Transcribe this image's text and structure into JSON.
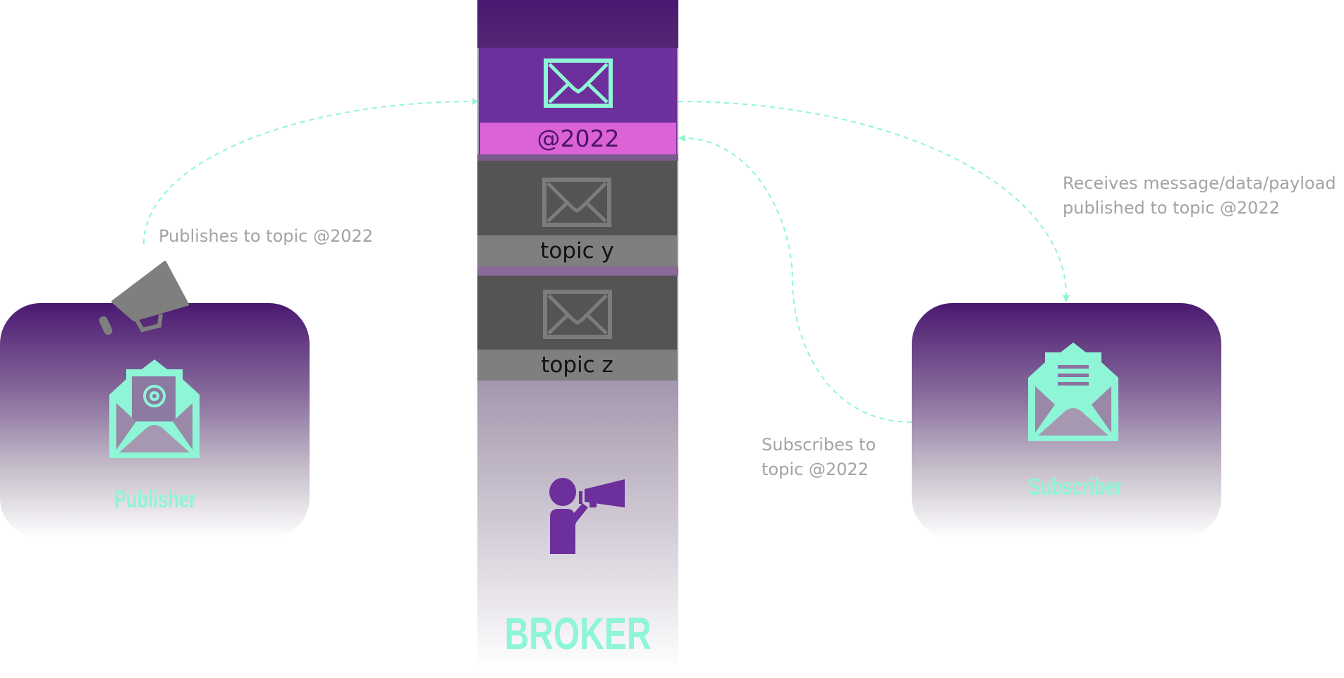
{
  "broker": {
    "title": "BROKER",
    "topics": [
      {
        "label": "@2022",
        "selected": true
      },
      {
        "label": "topic y",
        "selected": false
      },
      {
        "label": "topic z",
        "selected": false
      }
    ]
  },
  "publisher": {
    "title": "Publisher",
    "note": "Publishes to topic @2022"
  },
  "subscriber": {
    "title": "Subscriber",
    "subscribe_note": [
      "Subscribes to",
      "topic @2022"
    ],
    "receive_note": [
      "Receives message/data/payload",
      "published to topic @2022"
    ]
  },
  "colors": {
    "accent": "#8ef5d6",
    "purple": "#6d2f9b",
    "highlight": "#dc62d8",
    "dark": "#4a1870"
  }
}
